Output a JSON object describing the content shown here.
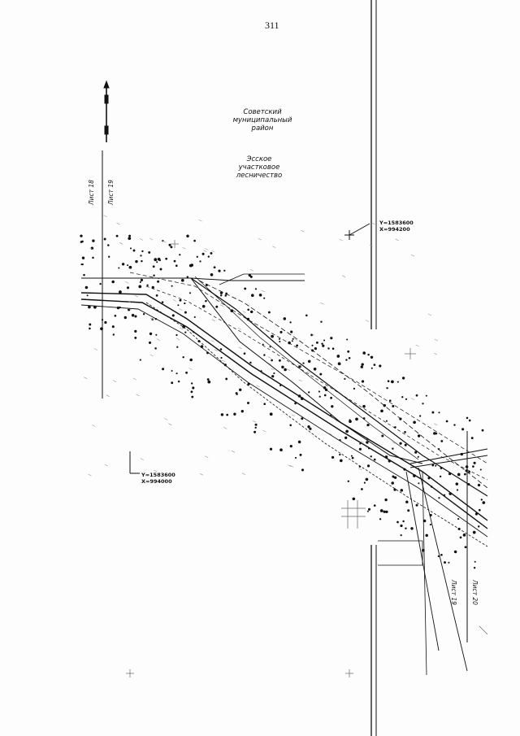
{
  "page_number": "311",
  "regions": {
    "district": [
      "Советский",
      "муниципальный",
      "район"
    ],
    "forestry": [
      "Эсское",
      "участковое",
      "лесничество"
    ]
  },
  "coordinates": {
    "top_right": {
      "y": "Y=1583600",
      "x": "X=994200"
    },
    "bottom_left": {
      "y": "Y=1583600",
      "x": "X=994000"
    }
  },
  "sheet_labels": {
    "left_a": "Лист 18",
    "left_b": "Лист 19",
    "right_a": "Лист 19",
    "right_b": "Лист 20"
  },
  "colors": {
    "ink": "#111111",
    "paper": "#fdfdfd",
    "faint": "#9a9a9a"
  }
}
